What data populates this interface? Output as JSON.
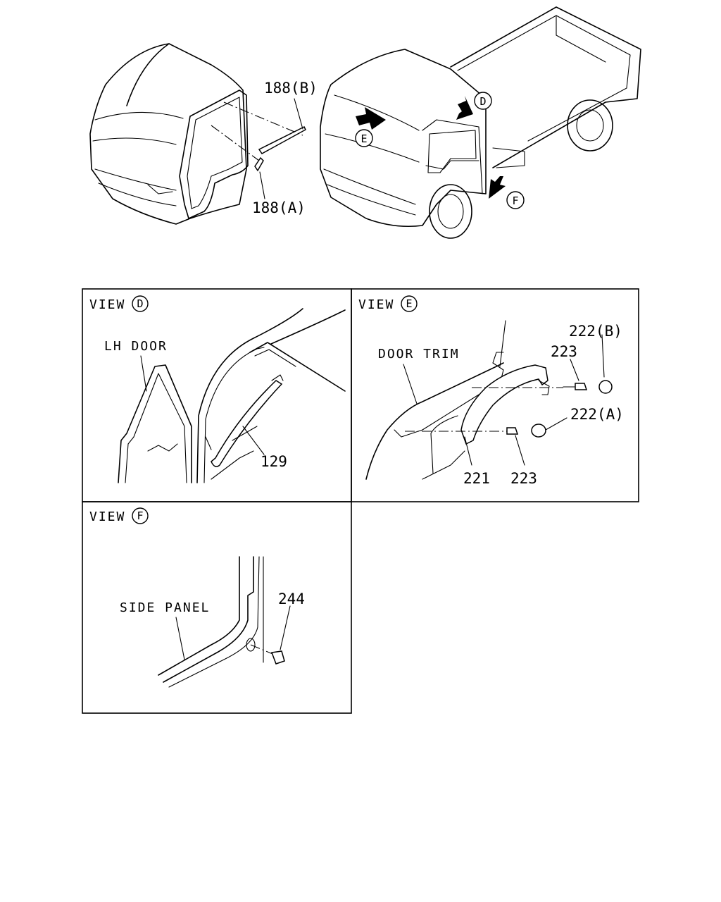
{
  "callouts": {
    "p188b": "188(B)",
    "p188a": "188(A)",
    "p129": "129",
    "p222b": "222(B)",
    "p223_top": "223",
    "p222a": "222(A)",
    "p221": "221",
    "p223_bottom": "223",
    "p244": "244"
  },
  "view_markers": {
    "d": "D",
    "e": "E",
    "f": "F"
  },
  "panels": {
    "view_d": {
      "prefix": "VIEW",
      "letter": "D",
      "annotation": "LH DOOR"
    },
    "view_e": {
      "prefix": "VIEW",
      "letter": "E",
      "annotation": "DOOR TRIM"
    },
    "view_f": {
      "prefix": "VIEW",
      "letter": "F",
      "annotation": "SIDE PANEL"
    }
  }
}
